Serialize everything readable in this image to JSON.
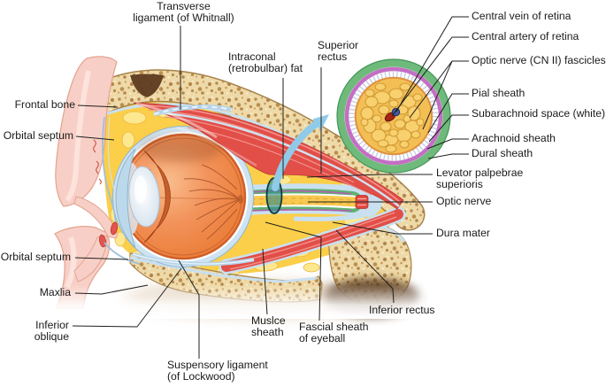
{
  "labels": {
    "transverse_ligament": "Transverse\nligament (of Whitnall)",
    "intraconal_fat": "Intraconal\n(retrobulbar) fat",
    "superior_rectus": "Superior\nrectus",
    "frontal_bone": "Frontal bone",
    "orbital_septum_upper": "Orbital septum",
    "central_vein": "Central vein of retina",
    "central_artery": "Central artery of retina",
    "optic_nerve_fascicles": "Optic nerve (CN II) fascicles",
    "pial_sheath": "Pial sheath",
    "subarachnoid_space": "Subarachnoid space (white)",
    "arachnoid_sheath": "Arachnoid sheath",
    "dural_sheath": "Dural sheath",
    "levator_palpebrae": "Levator palpebrae\nsuperioris",
    "optic_nerve": "Optic nerve",
    "dura_mater": "Dura mater",
    "inferior_rectus": "Inferior rectus",
    "orbital_septum_lower": "Orbital septum",
    "maxilla": "Maxlia",
    "inferior_oblique": "Inferior oblique",
    "suspensory_ligament": "Suspensory ligament\n(of Lockwood)",
    "muscle_sheath": "Muslce\nsheath",
    "fascial_sheath": "Fascial sheath\nof eyeball"
  },
  "colors": {
    "muscle_red": "#e14f48",
    "fat_yellow": "#fbcf4a",
    "bone_tan": "#eed9a8",
    "dural_sheath_green": "#6eba7a",
    "arachnoid_purple": "#c46ec4",
    "fascia_blue": "#cfe4f2",
    "globe_orange": "#ef8040",
    "skin_pink": "#f8cfc6",
    "nerve_core_yellow": "#f7c94e",
    "central_artery_red": "#a82513",
    "central_vein_blue": "#44599f",
    "arrow_blue": "#8fcbe8",
    "label_text": "#1a1a1a"
  }
}
